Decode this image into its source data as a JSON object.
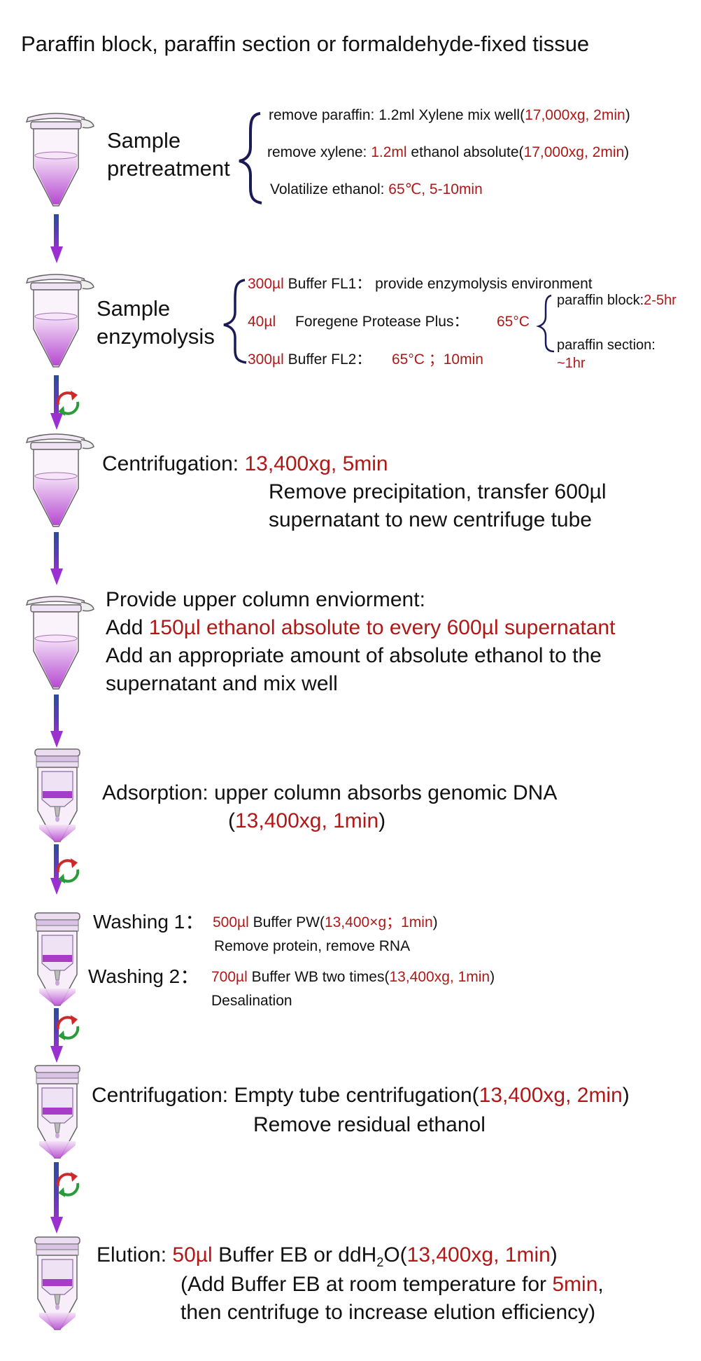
{
  "title": "Paraffin block, paraffin section or formaldehyde-fixed tissue",
  "colors": {
    "accent_red": "#b01818",
    "arrow_purple": "#8a30c8",
    "arrow_blue": "#2a4e9a",
    "tube_pink": "#c86ad8",
    "brace_navy": "#1a1a55"
  },
  "steps": {
    "s1": {
      "label_1": "Sample",
      "label_2": "pretreatment",
      "l1_a": "remove paraffin: 1.2ml Xylene mix well(",
      "l1_b": "17,000xg, 2min",
      "l1_c": ")",
      "l2_a": "remove xylene: ",
      "l2_b": "1.2ml",
      "l2_c": " ethanol absolute(",
      "l2_d": "17,000xg, 2min",
      "l2_e": ")",
      "l3_a": "Volatilize ethanol: ",
      "l3_b": "65℃, 5-10min"
    },
    "s2": {
      "label_1": "Sample",
      "label_2": "enzymolysis",
      "l1_a": "300µl",
      "l1_b": " Buffer FL1： provide enzymolysis environment",
      "l2_a": "40µl",
      "l2_b": "Foregene Protease Plus：",
      "l2_c": "65°C",
      "l3_a": "300µl",
      "l3_b": " Buffer FL2：",
      "l3_c": "65°C ；10min",
      "sub1_a": "paraffin block:",
      "sub1_b": "2-5hr",
      "sub2_a": "paraffin section:",
      "sub2_b": "~1hr"
    },
    "s3": {
      "l1_a": "Centrifugation: ",
      "l1_b": "13,400xg, 5min",
      "l2": "Remove precipitation, transfer 600µl",
      "l3": "supernatant to new centrifuge tube"
    },
    "s4": {
      "l1": "Provide upper column enviorment:",
      "l2_a": "Add ",
      "l2_b": "150µl ethanol absolute to every 600µl supernatant",
      "l3": "Add an appropriate amount of absolute ethanol to the",
      "l4": "supernatant and mix well"
    },
    "s5": {
      "l1": "Adsorption: upper column absorbs genomic DNA",
      "l2_a": "(",
      "l2_b": "13,400xg, 1min",
      "l2_c": ")"
    },
    "s6": {
      "w1_label": "Washing 1：",
      "w1_a": "500µl",
      "w1_b": " Buffer PW(",
      "w1_c": "13,400×g；1min",
      "w1_d": ")",
      "w1_l2": "Remove protein, remove RNA",
      "w2_label": "Washing 2：",
      "w2_a": "700µl",
      "w2_b": " Buffer WB two times(",
      "w2_c": "13,400xg, 1min",
      "w2_d": ")",
      "w2_l2": "Desalination"
    },
    "s7": {
      "l1_a": "Centrifugation: Empty tube centrifugation(",
      "l1_b": "13,400xg, 2min",
      "l1_c": ")",
      "l2": "Remove residual ethanol"
    },
    "s8": {
      "l1_a": "Elution: ",
      "l1_b": "50µl",
      "l1_c": " Buffer  EB or ddH",
      "l1_sub": "2",
      "l1_d": "O(",
      "l1_e": "13,400xg, 1min",
      "l1_f": ")",
      "l2_a": "(Add Buffer EB at room temperature for ",
      "l2_b": "5min",
      "l2_c": ",",
      "l3": "then centrifuge to increase elution efficiency)"
    }
  }
}
